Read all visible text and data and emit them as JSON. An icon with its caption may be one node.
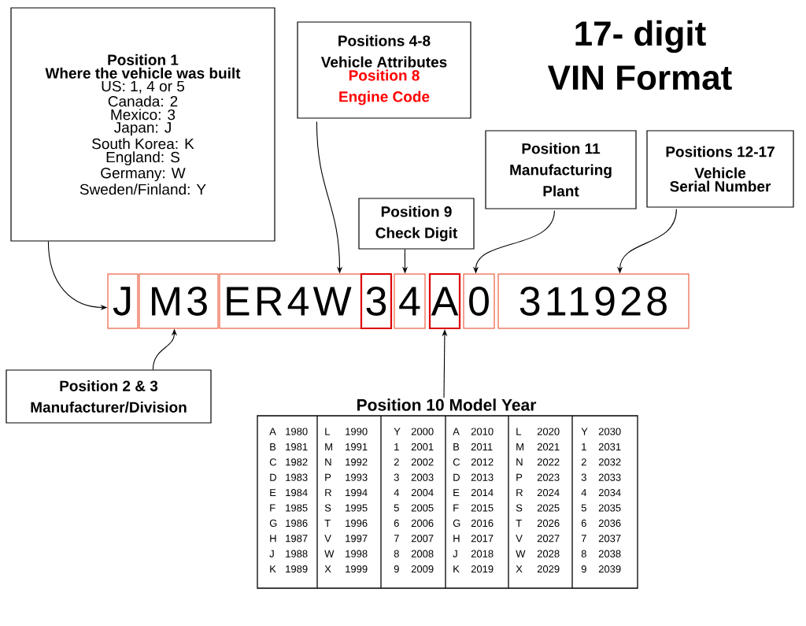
{
  "diagram": {
    "title": "17- digit VIN Format",
    "nodes": [
      {
        "text": [
          "Position 1",
          "Where the vehicle was built",
          "US: 1, 4 or 5",
          "Canada: 2",
          "Mexico: 3",
          "Japan: J",
          "South Korea: K",
          "England: S",
          "Germany: W",
          "Sweden/Finland: Y"
        ]
      },
      {
        "text": [
          "Positions 4-8 Vehicle Attributes",
          "Position 8 Engine Code"
        ]
      },
      {
        "text": [
          "Position 9 Check Digit"
        ]
      },
      {
        "text": [
          "Position 11 Manufacturing Plant"
        ]
      },
      {
        "text": [
          "Positions 12-17 Vehicle",
          "Serial Number"
        ]
      },
      {
        "text": [
          "Position 2 & 3 Manufacturer/Division"
        ]
      },
      {
        "text": [
          "J"
        ]
      },
      {
        "text": [
          "M3"
        ]
      },
      {
        "text": [
          "ER4W"
        ]
      },
      {
        "text": [
          "3"
        ],
        "in": 8
      },
      {
        "text": [
          "4"
        ]
      },
      {
        "text": [
          "A"
        ]
      },
      {
        "text": [
          "0"
        ]
      },
      {
        "text": [
          "311928"
        ]
      },
      {
        "text": [
          "Position 10 Model Year"
        ]
      }
    ],
    "edges": [
      {
        "from": 0,
        "to": 6,
        "arrow": "to"
      },
      {
        "from": 1,
        "to": 8,
        "arrow": "to"
      },
      {
        "from": 2,
        "to": 10,
        "arrow": "to"
      },
      {
        "from": 3,
        "to": 12,
        "arrow": "to"
      },
      {
        "from": 4,
        "to": 13,
        "arrow": "to"
      },
      {
        "from": 5,
        "to": 7,
        "arrow": "to"
      },
      {
        "from": 14,
        "to": 11,
        "arrow": "to"
      }
    ],
    "labels": [
      "A",
      "1980",
      "L",
      "1990",
      "Y",
      "2000",
      "A",
      "2010",
      "L",
      "2020",
      "Y",
      "2030",
      "B",
      "1981",
      "M",
      "1991",
      "1",
      "2001",
      "B",
      "2011",
      "M",
      "2021",
      "1",
      "2031",
      "C",
      "1982",
      "N",
      "1992",
      "2",
      "2002",
      "C",
      "2012",
      "N",
      "2022",
      "2",
      "2032",
      "D",
      "1983",
      "P",
      "1993",
      "3",
      "2003",
      "D",
      "2013",
      "P",
      "2023",
      "3",
      "2033",
      "E",
      "1984",
      "R",
      "1994",
      "4",
      "2004",
      "E",
      "2014",
      "R",
      "2024",
      "4",
      "2034",
      "F",
      "1985",
      "S",
      "1995",
      "5",
      "2005",
      "F",
      "2015",
      "S",
      "2025",
      "5",
      "2035",
      "G",
      "1986",
      "T",
      "1996",
      "6",
      "2006",
      "G",
      "2016",
      "T",
      "2026",
      "6",
      "2036",
      "H",
      "1987",
      "V",
      "1997",
      "7",
      "2007",
      "H",
      "2017",
      "V",
      "2027",
      "7",
      "2037",
      "J",
      "1988",
      "W",
      "1998",
      "8",
      "2008",
      "J",
      "2018",
      "W",
      "2028",
      "8",
      "2038",
      "K",
      "1989",
      "X",
      "1999",
      "9",
      "2009",
      "K",
      "2019",
      "X",
      "2029",
      "9",
      "2039"
    ]
  }
}
